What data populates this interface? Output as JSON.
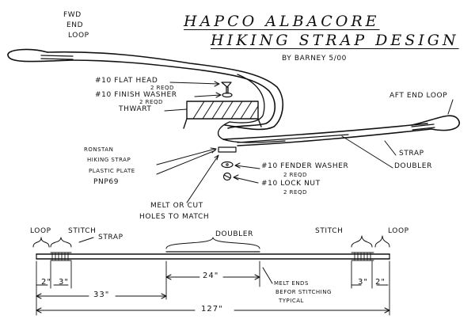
{
  "title": {
    "line1": "HAPCO ALBACORE",
    "line2": "HIKING STRAP DESIGN",
    "byline": "BY BARNEY 5/00"
  },
  "upper_labels": {
    "fwd_end_loop": [
      "FWD",
      "END",
      "LOOP"
    ],
    "aft_end_loop": "AFT END LOOP",
    "flat_head": "#10 FLAT HEAD",
    "flat_head_qty": "2 REQD",
    "finish_washer": "#10 FINISH WASHER",
    "finish_washer_qty": "2 REQD",
    "thwart": "THWART",
    "ronstan": [
      "RONSTAN",
      "HIKING STRAP",
      "PLASTIC PLATE",
      "PNP69"
    ],
    "strap": "STRAP",
    "doubler": "DOUBLER",
    "fender_washer": "#10 FENDER WASHER",
    "fender_washer_qty": "2 REQD",
    "lock_nut": "#10 LOCK NUT",
    "lock_nut_qty": "2 REQD",
    "melt_holes": [
      "MELT OR CUT",
      "HOLES TO MATCH"
    ]
  },
  "lower_labels": {
    "loop_left": "LOOP",
    "stitch_left": "STITCH",
    "strap": "STRAP",
    "doubler": "DOUBLER",
    "stitch_right": "STITCH",
    "loop_right": "LOOP",
    "melt_ends": [
      "MELT ENDS",
      "BEFOR STITCHING",
      "TYPICAL"
    ]
  },
  "dimensions": {
    "left_loop": "2\"",
    "left_stitch": "3\"",
    "to_doubler": "33\"",
    "doubler": "24\"",
    "right_stitch": "3\"",
    "right_loop": "2\"",
    "overall": "127\""
  }
}
